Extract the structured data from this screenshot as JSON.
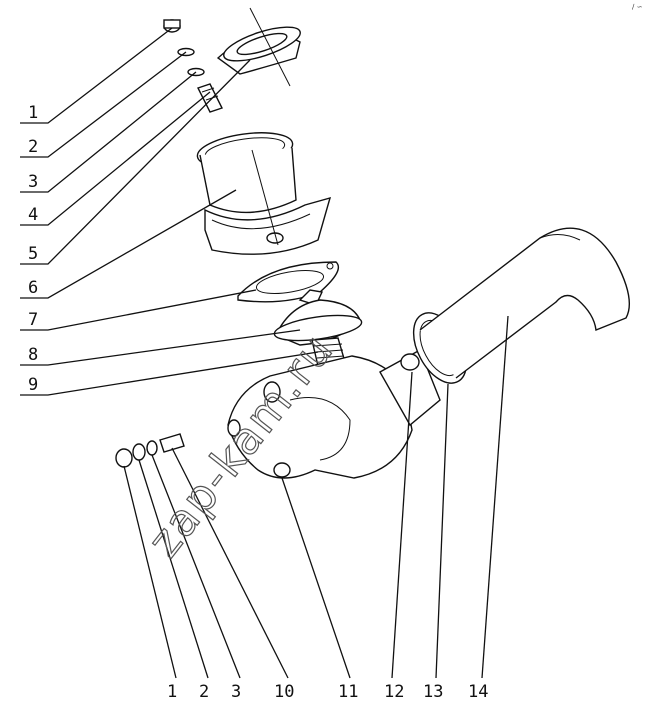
{
  "watermark": "zap-kam.ru",
  "corner_mark": "∕ ∽",
  "callouts_left": [
    "1",
    "2",
    "3",
    "4",
    "5",
    "6",
    "7",
    "8",
    "9"
  ],
  "callouts_bottom": [
    "1",
    "2",
    "3",
    "10",
    "11",
    "12",
    "13",
    "14"
  ]
}
